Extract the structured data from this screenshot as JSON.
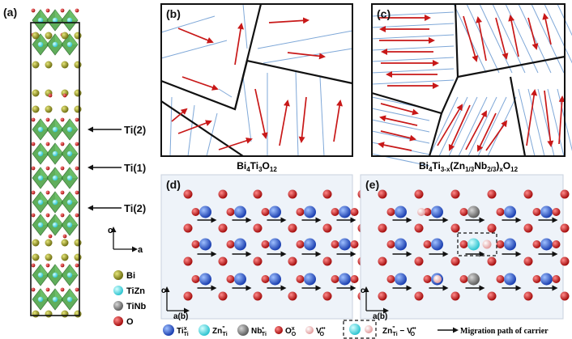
{
  "panels": {
    "a": {
      "label": "(a)",
      "ti_labels": [
        "Ti(2)",
        "Ti(1)",
        "Ti(2)"
      ],
      "axis_c": "c",
      "axis_a": "a",
      "legend": [
        {
          "name": "Bi",
          "color": "#8a8a1a"
        },
        {
          "name": "TiZn",
          "color": "#3fd6e0"
        },
        {
          "name": "TiNb",
          "color": "#8c959a"
        },
        {
          "name": "O",
          "color": "#d91d1d"
        }
      ]
    },
    "b": {
      "label": "(b)",
      "caption": "Bi4Ti3O12"
    },
    "c": {
      "label": "(c)",
      "caption": "Bi4Ti3-x(Zn1/3Nb2/3)xO12"
    },
    "d": {
      "label": "(d)",
      "axis_c": "c",
      "axis_ab": "a(b)"
    },
    "e": {
      "label": "(e)",
      "axis_c": "c",
      "axis_ab": "a(b)"
    }
  },
  "bottom_legend": {
    "ti": "Ti",
    "zn": "Zn",
    "nb": "Nb",
    "o": "O",
    "v": "V",
    "pair_zn": "Zn",
    "pair_v": "V",
    "migration": "Migration path of carrier"
  },
  "colors": {
    "ti": "#2f5fd8",
    "zn": "#52e3ee",
    "nb": "#8e8e8e",
    "o": "#d61e1e",
    "v": "#f2b8b8",
    "octa": "#4fa64a",
    "arrow": "#c81818",
    "line": "#7fa8d8"
  }
}
